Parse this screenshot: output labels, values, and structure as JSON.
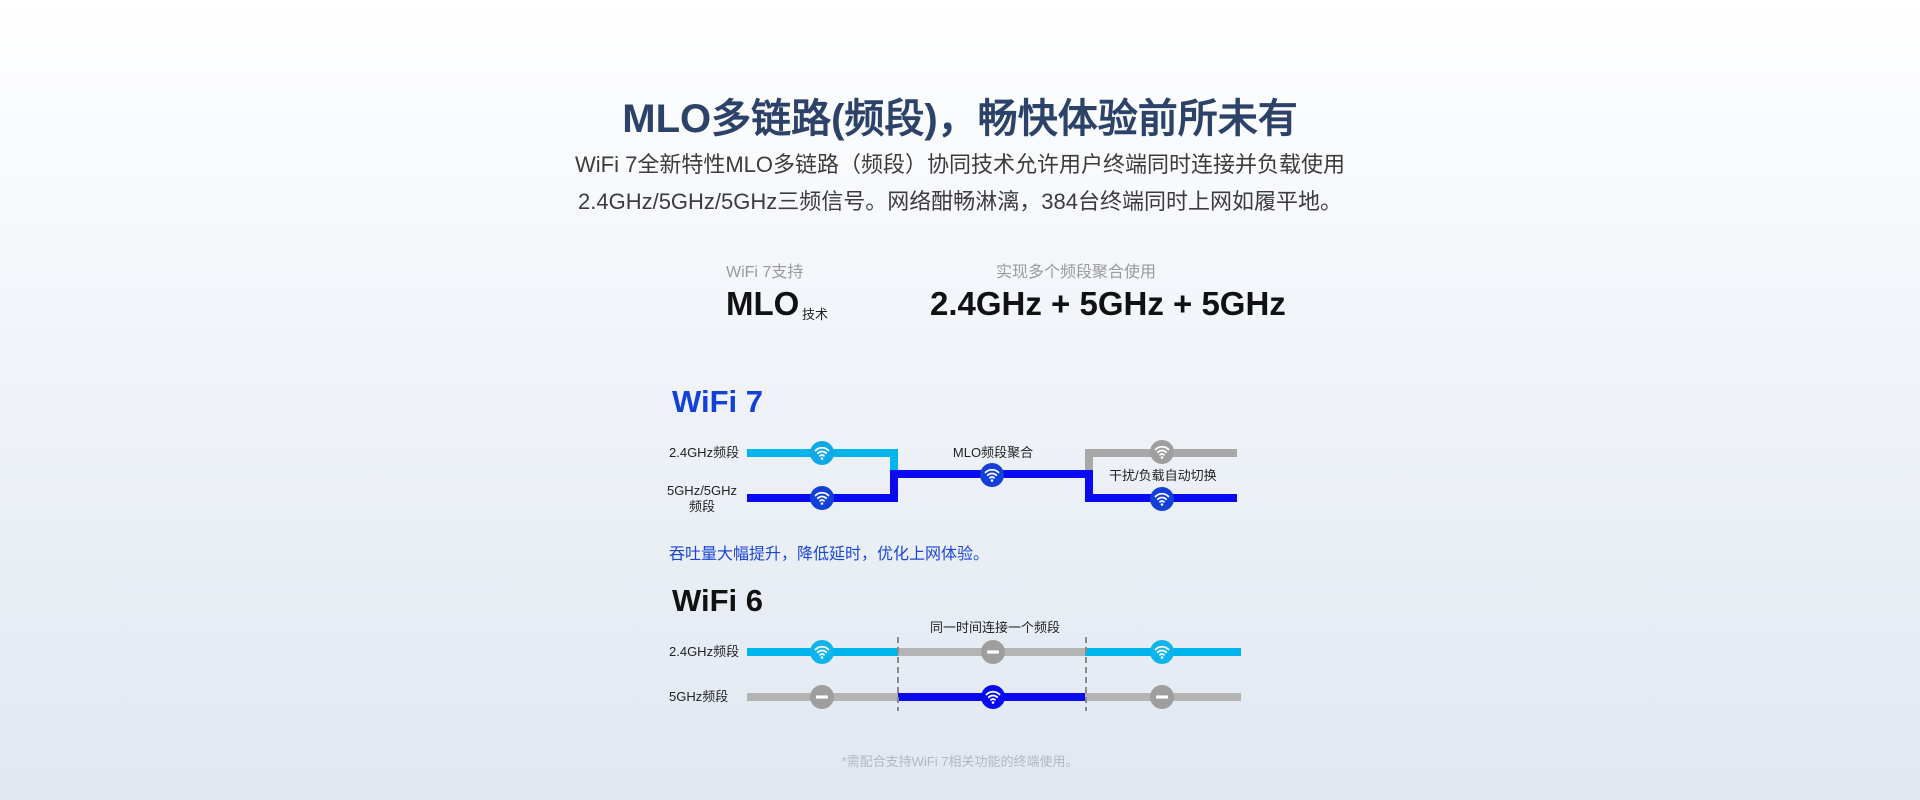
{
  "header": {
    "title": "MLO多链路(频段)，畅快体验前所未有",
    "subtitle_line1": "WiFi 7全新特性MLO多链路（频段）协同技术允许用户终端同时连接并负载使用",
    "subtitle_line2": "2.4GHz/5GHz/5GHz三频信号。网络酣畅淋漓，384台终端同时上网如履平地。"
  },
  "highlights": [
    {
      "caption": "WiFi 7支持",
      "value": "MLO",
      "suffix": "技术"
    },
    {
      "caption": "实现多个频段聚合使用",
      "value": "2.4GHz + 5GHz + 5GHz"
    }
  ],
  "wifi7": {
    "title": "WiFi 7",
    "label_24": "2.4GHz频段",
    "label_5_line1": "5GHz/5GHz",
    "label_5_line2": "频段",
    "aggregate_label": "MLO频段聚合",
    "switch_label": "干扰/负载自动切换",
    "note": "吞吐量大幅提升，降低延时，优化上网体验。"
  },
  "wifi6": {
    "title": "WiFi 6",
    "label_24": "2.4GHz频段",
    "label_5": "5GHz频段",
    "single_label": "同一时间连接一个频段"
  },
  "footnote": "*需配合支持WiFi 7相关功能的终端使用。",
  "colors": {
    "title": "#2c4268",
    "cyan": "#00b4ec",
    "blue": "#0a0af0",
    "gray": "#b4b4b4",
    "icon_blue": "#1240d8",
    "icon_gray": "#9e9e9e"
  }
}
